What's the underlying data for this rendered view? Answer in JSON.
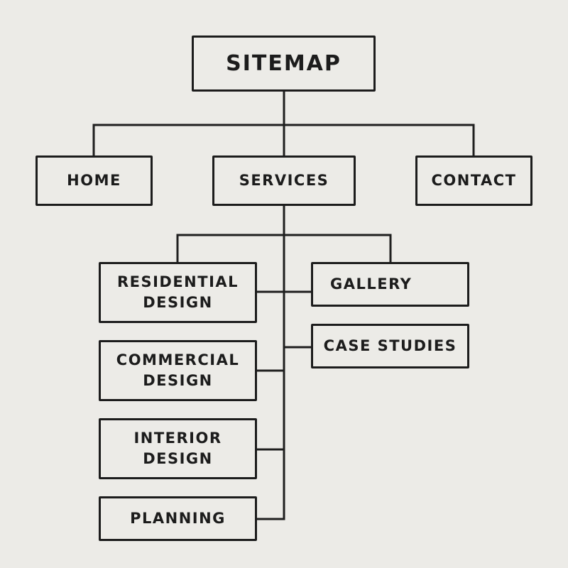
{
  "diagram": {
    "root": {
      "label": "SITEMAP"
    },
    "level1": [
      {
        "id": "home",
        "label": "HOME"
      },
      {
        "id": "services",
        "label": "SERVICES"
      },
      {
        "id": "contact",
        "label": "CONTACT"
      }
    ],
    "services_children": [
      {
        "id": "residential",
        "label": "RESIDENTIAL\nDESIGN"
      },
      {
        "id": "commercial",
        "label": "COMMERCIAL\nDESIGN"
      },
      {
        "id": "interior",
        "label": "INTERIOR\nDESIGN"
      },
      {
        "id": "planning",
        "label": "PLANNING"
      },
      {
        "id": "gallery",
        "label": "GALLERY"
      },
      {
        "id": "case_studies",
        "label": "CASE STUDIES"
      }
    ]
  },
  "colors": {
    "background": "#ecebe7",
    "stroke": "#1c1c1c"
  }
}
